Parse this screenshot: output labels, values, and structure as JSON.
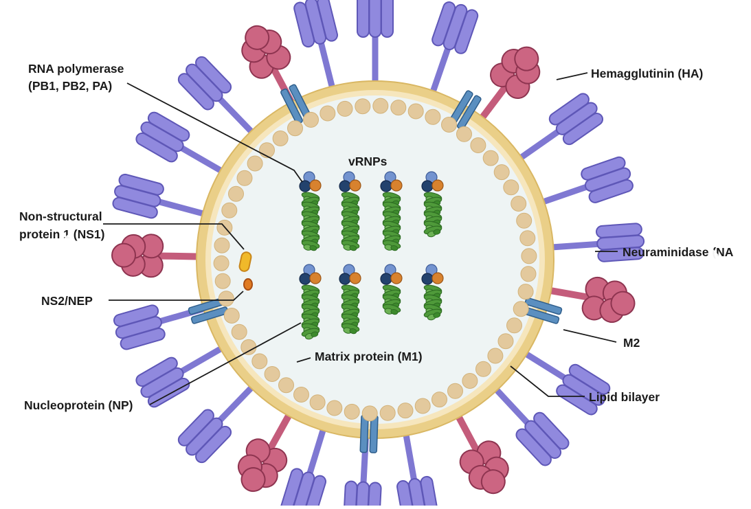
{
  "labels": {
    "rna_polymerase_line1": "RNA polymerase",
    "rna_polymerase_line2": "(PB1, PB2, PA)",
    "non_structural_line1": "Non-structural",
    "non_structural_line2": "protein 1 (NS1)",
    "ns2_nep": "NS2/NEP",
    "nucleoprotein": "Nucleoprotein (NP)",
    "hemagglutinin": "Hemagglutinin (HA)",
    "vrnps": "vRNPs",
    "neuraminidase": "Neuraminidase (NA",
    "m2": "M2",
    "matrix_protein": "Matrix protein (M1)",
    "lipid_bilayer": "Lipid bilayer"
  },
  "navigation": {
    "prev_icon": "chevron-left-icon",
    "next_icon": "chevron-right-icon"
  },
  "colors": {
    "hemagglutinin": "#8f88dd",
    "neuraminidase": "#cc5f7d",
    "m2_channel": "#5b8fc0",
    "lipid_bilayer": "#ecd391",
    "matrix_protein": "#e3c99d",
    "interior": "#eef4f4",
    "nucleoprotein": "#4f9a3a",
    "polymerase_dark": "#23426d",
    "polymerase_orange": "#d8822e",
    "polymerase_light": "#7393cf",
    "ns1": "#f0b92a",
    "ns2": "#e07b22"
  }
}
